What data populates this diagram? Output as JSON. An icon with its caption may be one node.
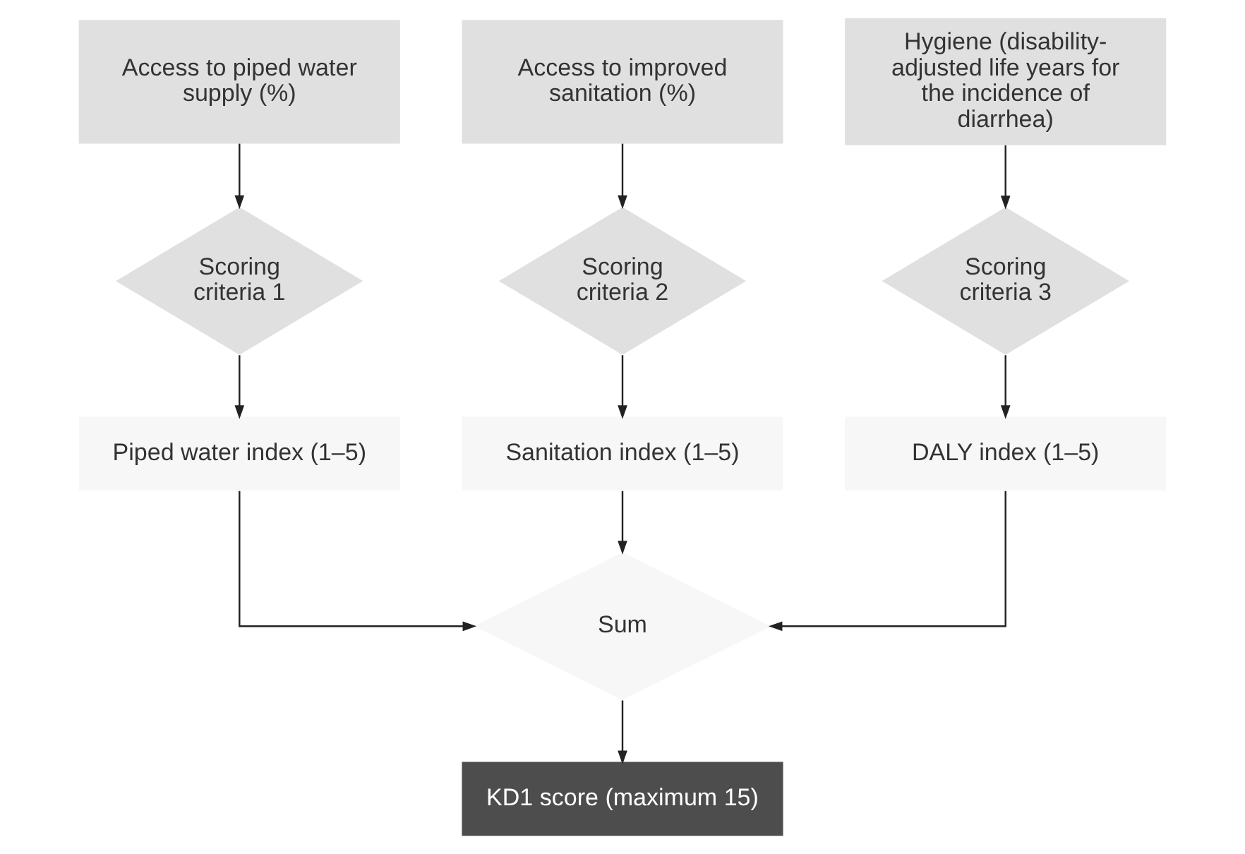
{
  "diagram": {
    "nodes": [
      {
        "text": [
          "Access to piped water supply (%)"
        ]
      },
      {
        "text": [
          "Access to improved sanitation (%)"
        ]
      },
      {
        "text": [
          "Hygiene (disability-adjusted life years for the incidence of diarrhea)"
        ]
      },
      {
        "text": [
          "Scoring criteria 1"
        ]
      },
      {
        "text": [
          "Scoring criteria 2"
        ]
      },
      {
        "text": [
          "Scoring criteria 3"
        ]
      },
      {
        "text": [
          "Piped water index (1–5)"
        ]
      },
      {
        "text": [
          "Sanitation index (1–5)"
        ]
      },
      {
        "text": [
          "DALY index (1–5)"
        ]
      },
      {
        "text": [
          "Sum"
        ]
      },
      {
        "text": [
          "KD1 score (maximum 15)"
        ]
      }
    ],
    "edges": [
      {
        "from": 0,
        "to": 3,
        "arrow": "to"
      },
      {
        "from": 1,
        "to": 4,
        "arrow": "to"
      },
      {
        "from": 2,
        "to": 5,
        "arrow": "to"
      },
      {
        "from": 3,
        "to": 6,
        "arrow": "to"
      },
      {
        "from": 4,
        "to": 7,
        "arrow": "to"
      },
      {
        "from": 5,
        "to": 8,
        "arrow": "to"
      },
      {
        "from": 6,
        "to": 9,
        "arrow": "to"
      },
      {
        "from": 7,
        "to": 9,
        "arrow": "to"
      },
      {
        "from": 8,
        "to": 9,
        "arrow": "to"
      },
      {
        "from": 9,
        "to": 10,
        "arrow": "to"
      }
    ]
  }
}
